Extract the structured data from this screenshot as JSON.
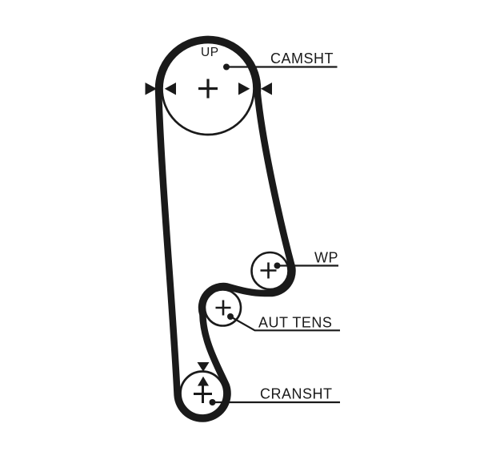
{
  "diagram": {
    "type": "timing-belt-routing-diagram",
    "background": "#ffffff",
    "line_color": "#1a1a1a",
    "camshaft": {
      "label": "CAMSHT",
      "timing_mark": "UP"
    },
    "water_pump": {
      "label": "WP"
    },
    "tensioner": {
      "label": "AUT TENS"
    },
    "crankshaft": {
      "label": "CRANSHT"
    }
  }
}
